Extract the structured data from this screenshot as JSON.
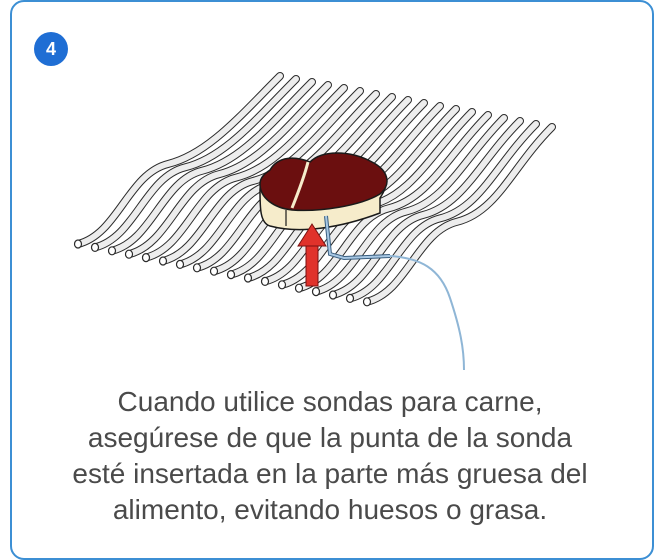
{
  "step": {
    "number": "4"
  },
  "illustration": {
    "icon": "grill-grate-steak-probe-icon",
    "colors": {
      "steak": "#6b0f0f",
      "fat": "#f6eccb",
      "grate": "#ededed",
      "grate_outline": "#2b2b2b",
      "probe_wire": "#8fb6d6",
      "arrow": "#e0322b"
    }
  },
  "caption": {
    "lines": [
      "Cuando utilice sondas para carne,",
      "asegúrese de que la punta de la sonda",
      "esté insertada en la parte más gruesa del",
      "alimento, evitando huesos o grasa."
    ]
  },
  "theme": {
    "border": "#3c8fd4",
    "badge": "#1f6ed4",
    "text": "#4a4a4a"
  }
}
